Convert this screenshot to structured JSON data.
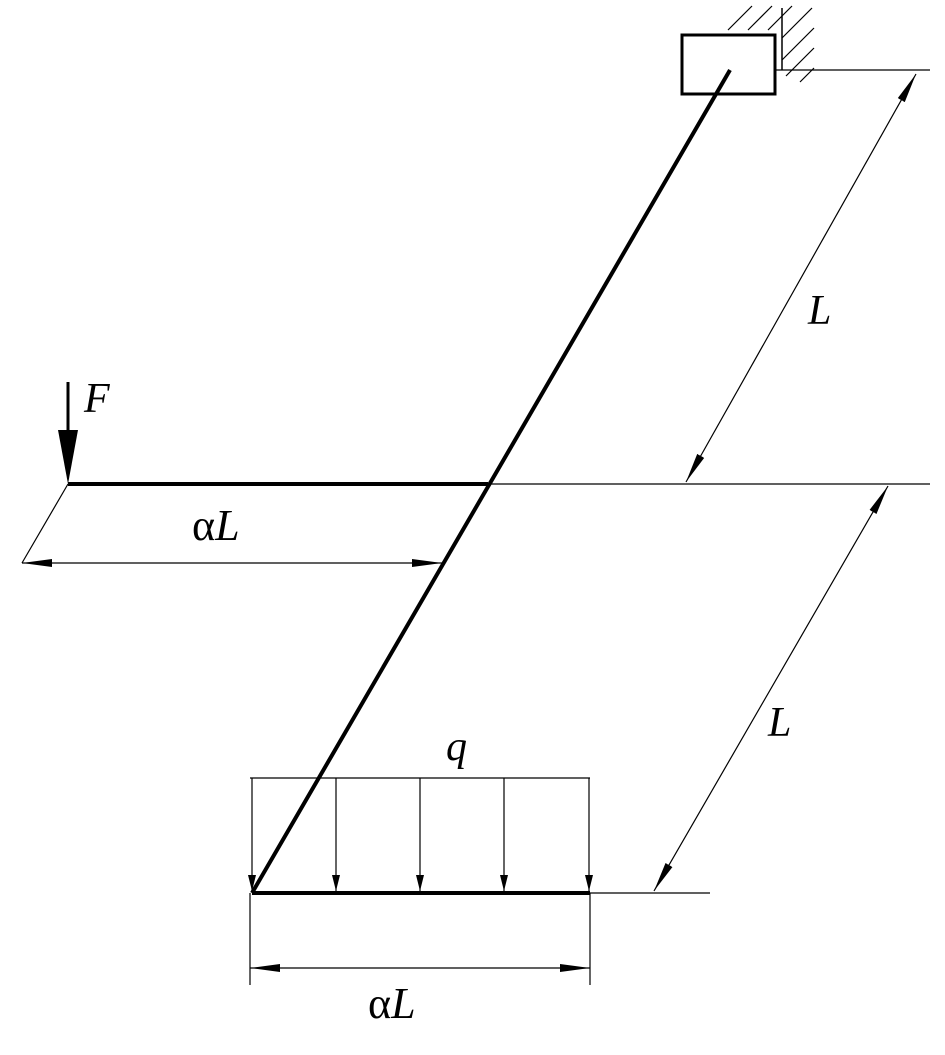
{
  "labels": {
    "force": "F",
    "load": "q",
    "length_upper": "L",
    "length_lower": "L",
    "alpha": "α",
    "alpha_L": "L"
  },
  "colors": {
    "stroke": "#000000",
    "background": "#ffffff"
  }
}
